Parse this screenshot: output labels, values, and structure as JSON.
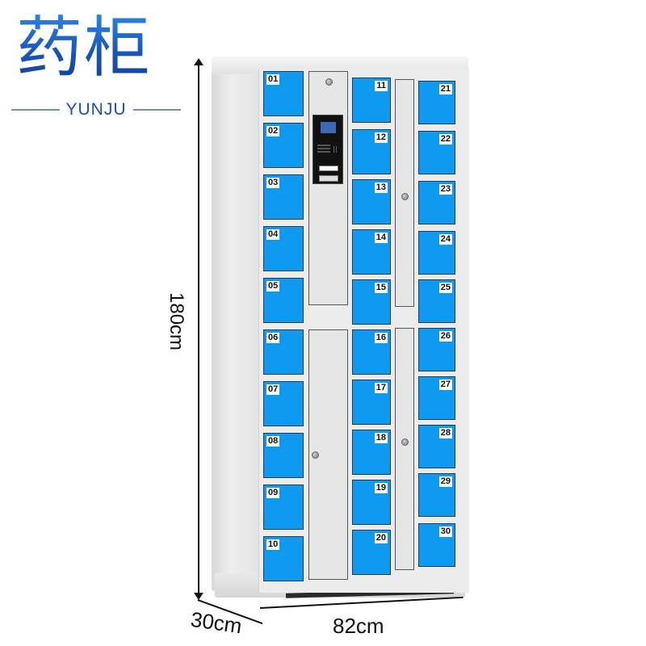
{
  "logo": {
    "chinese": "药柜",
    "english": "YUNJU",
    "color_primary": "#1a5fc4"
  },
  "dimensions": {
    "height": "180cm",
    "depth": "30cm",
    "width": "82cm"
  },
  "cabinet": {
    "door_color": "#0d9af0",
    "body_color": "#ececec",
    "columns": [
      {
        "name": "left",
        "doors": [
          "01",
          "02",
          "03",
          "04",
          "05",
          "06",
          "07",
          "08",
          "09",
          "10"
        ]
      },
      {
        "name": "middle",
        "doors": [
          "11",
          "12",
          "13",
          "14",
          "15",
          "16",
          "17",
          "18",
          "19",
          "20"
        ]
      },
      {
        "name": "right",
        "doors": [
          "21",
          "22",
          "23",
          "24",
          "25",
          "26",
          "27",
          "28",
          "29",
          "30"
        ]
      }
    ],
    "terminal": {
      "screen": "lcd-screen-icon",
      "keypad": "keypad-icon",
      "card_slot": "card-slot-icon",
      "receipt_slot": "receipt-slot-icon"
    }
  }
}
